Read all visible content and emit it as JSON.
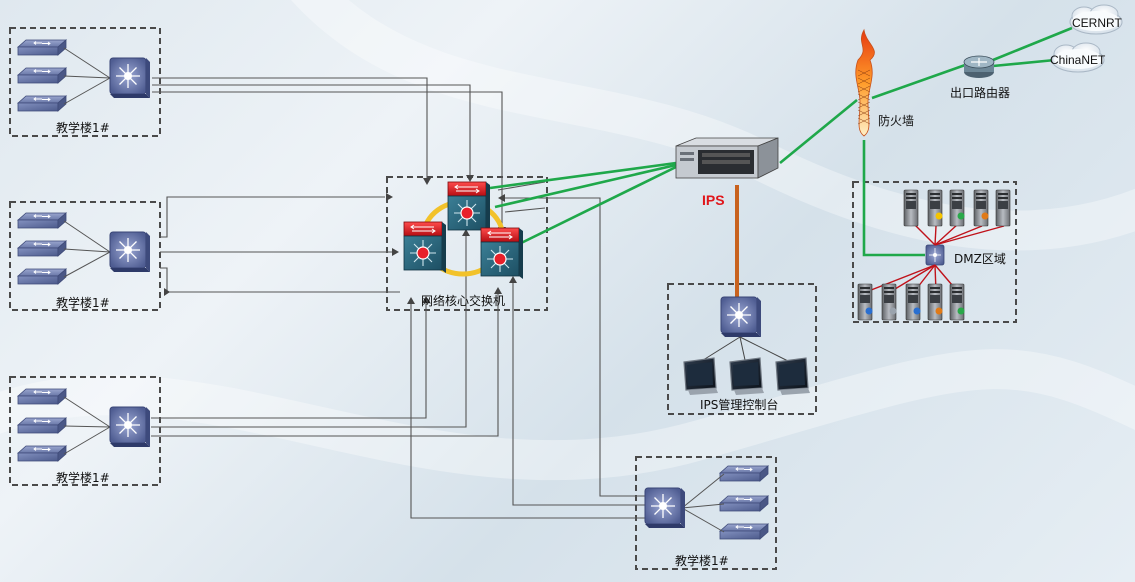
{
  "labels": {
    "building1": "教学楼1#",
    "building2": "教学楼1#",
    "building3": "教学楼1#",
    "building4": "教学楼1#",
    "core_switch": "网络核心交换机",
    "ips": "IPS",
    "ips_console": "IPS管理控制台",
    "firewall": "防火墙",
    "router": "出口路由器",
    "dmz": "DMZ区域",
    "cernet": "CERNRT",
    "chinanet": "ChinaNET"
  },
  "colors": {
    "green_link": "#1fa84a",
    "orange_link": "#c8621e",
    "red_link": "#c0121a",
    "switch_blue": "#6a78a8",
    "core_red": "#d8141c",
    "ips_red": "#e0161b"
  }
}
